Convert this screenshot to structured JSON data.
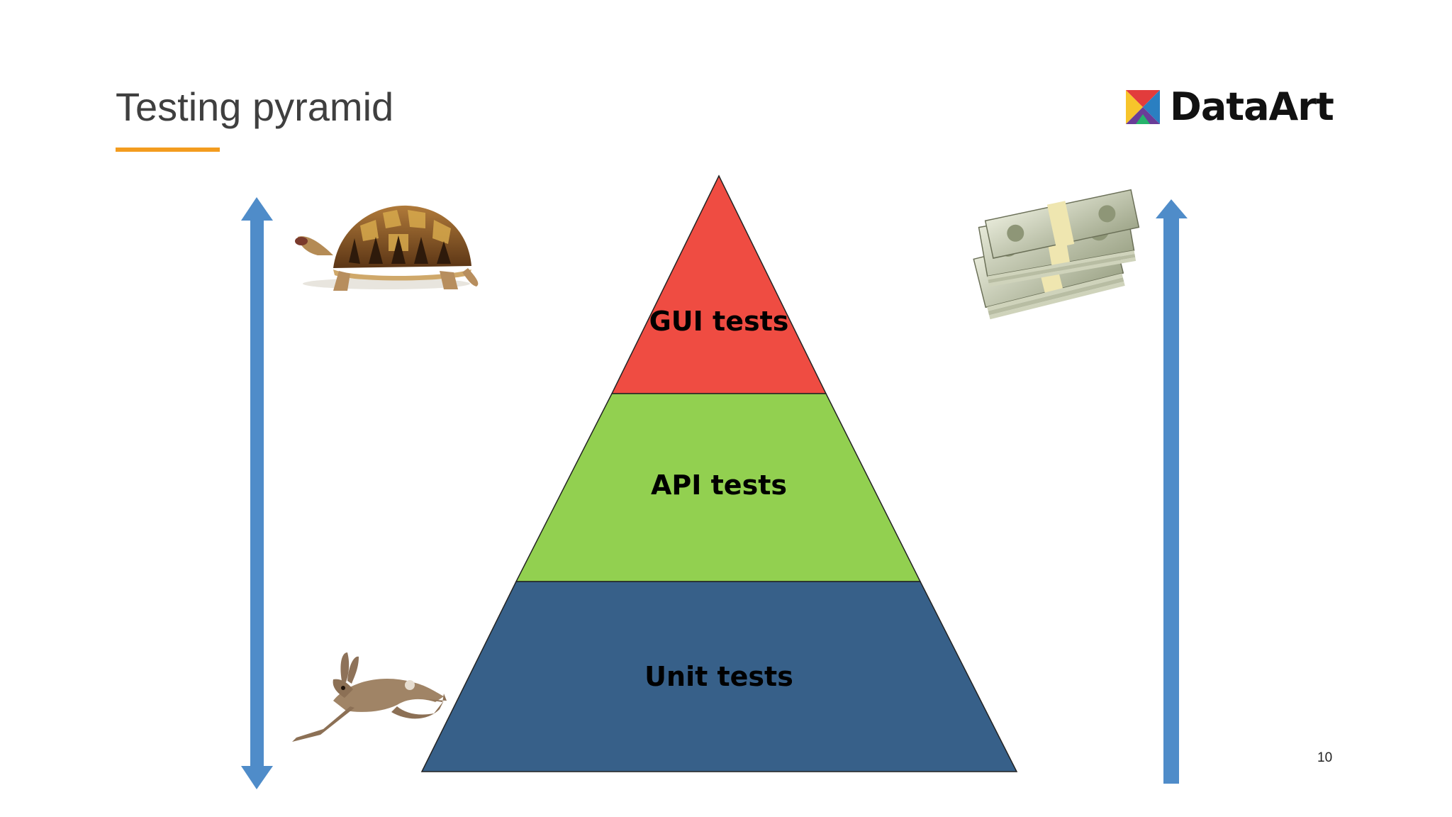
{
  "slide": {
    "title": "Testing pyramid",
    "page_number": "10",
    "accent_color": "#f39c1f"
  },
  "logo": {
    "text": "DataArt",
    "colors": [
      "#e23c3c",
      "#f7c42b",
      "#2a7fc1",
      "#6a3d98"
    ]
  },
  "pyramid": {
    "layers": [
      {
        "label": "GUI tests",
        "color": "#ef4c42"
      },
      {
        "label": "API tests",
        "color": "#92d050"
      },
      {
        "label": "Unit tests",
        "color": "#376089"
      }
    ]
  },
  "arrows": {
    "left": {
      "type": "double-headed",
      "color": "#4f8cc9"
    },
    "right": {
      "type": "single-headed-up",
      "color": "#4f8cc9"
    }
  },
  "images": {
    "top_left": "tortoise-image",
    "bottom_left": "hare-image",
    "top_right": "money-stack-image"
  }
}
